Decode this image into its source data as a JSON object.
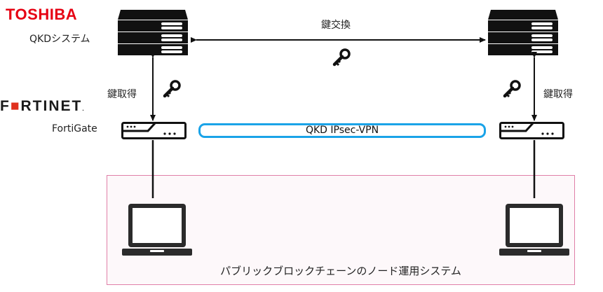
{
  "logos": {
    "toshiba": "TOSHIBA",
    "fortinet": {
      "parts": [
        "F",
        "",
        "RTINET"
      ],
      "suffix": "."
    }
  },
  "labels": {
    "qkd_system": "QKDシステム",
    "fortigate": "FortiGate",
    "key_exchange": "鍵交換",
    "key_acquire_left": "鍵取得",
    "key_acquire_right": "鍵取得",
    "vpn_tunnel": "QKD IPsec-VPN",
    "node_system": "パブリックブロックチェーンのノード運用システム"
  },
  "icons": {
    "qkd_server": "server-rack-icon",
    "fortigate_device": "firewall-appliance-icon",
    "key": "key-icon",
    "laptop": "laptop-icon"
  },
  "colors": {
    "toshiba_red": "#e60012",
    "fortinet_red": "#e0301e",
    "vpn_blue": "#1aa3e8",
    "node_box_border": "#e07fa8"
  }
}
